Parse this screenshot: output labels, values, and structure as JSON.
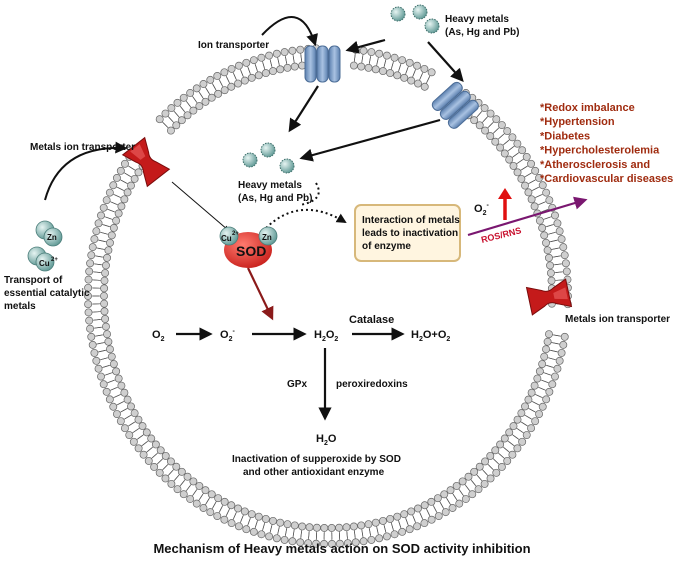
{
  "colors": {
    "membrane_head": "#cfcfcf",
    "ion_transporter": "#7f9fc6",
    "metals_transporter": "#c41a1a",
    "sod_enzyme": "#e03a3a",
    "metal_ball": "#86b7b3",
    "box_fill": "#fff5e0",
    "box_border": "#d7b87a",
    "disease_text": "#a02c10",
    "ros_arrow": "#7a1770",
    "ros_text": "#c8102e",
    "o2_up_arrow": "#e01010",
    "sod_arrow": "#8b1a1a"
  },
  "labels": {
    "ion_transporter": "Ion transporter",
    "heavy_metals_top_l1": "Heavy metals",
    "heavy_metals_top_l2": "(As, Hg and Pb)",
    "metals_ion_transporter_left": "Metals ion transporter",
    "metals_ion_transporter_right": "Metals ion transporter",
    "heavy_metals_inner_l1": "Heavy metals",
    "heavy_metals_inner_l2": "(As, Hg and Pb)",
    "interaction_box_l1": "Interaction of metals",
    "interaction_box_l2": "leads to inactivation",
    "interaction_box_l3": "of enzyme",
    "transport_l1": "Transport of",
    "transport_l2": "essential catalytic",
    "transport_l3": "metals",
    "sod": "SOD",
    "cu_sod": "Cu",
    "cu_sod_charge": "2+",
    "zn_sod": "Zn",
    "zn_out": "Zn",
    "cu_out": "Cu",
    "cu_out_charge": "2+",
    "ros_rns": "ROS/RNS",
    "o2_radical": "O",
    "o2_radical_sub": "2",
    "o2_radical_sup": "-",
    "catalase": "Catalase",
    "gpx": "GPx",
    "peroxiredoxins": "peroxiredoxins",
    "inactivation_l1": "Inactivation of supperoxide by SOD",
    "inactivation_l2": "and other antioxidant enzyme",
    "caption": "Mechanism of Heavy metals action on SOD activity inhibition"
  },
  "reaction": {
    "o2": "O",
    "o2_sub": "2",
    "superoxide": "O",
    "superoxide_sub": "2",
    "superoxide_sup": "-",
    "h2o2_h": "H",
    "h2o2_sub1": "2",
    "h2o2_o": "O",
    "h2o2_sub2": "2",
    "h2o_o2_a": "H",
    "h2o_o2_sub1": "2",
    "h2o_o2_b": "O+O",
    "h2o_o2_sub2": "2",
    "h2o_a": "H",
    "h2o_sub": "2",
    "h2o_b": "O"
  },
  "diseases": [
    "*Redox imbalance",
    "*Hypertension",
    "*Diabetes",
    "*Hypercholesterolemia",
    "*Atherosclerosis and",
    "*Cardiovascular diseases"
  ]
}
